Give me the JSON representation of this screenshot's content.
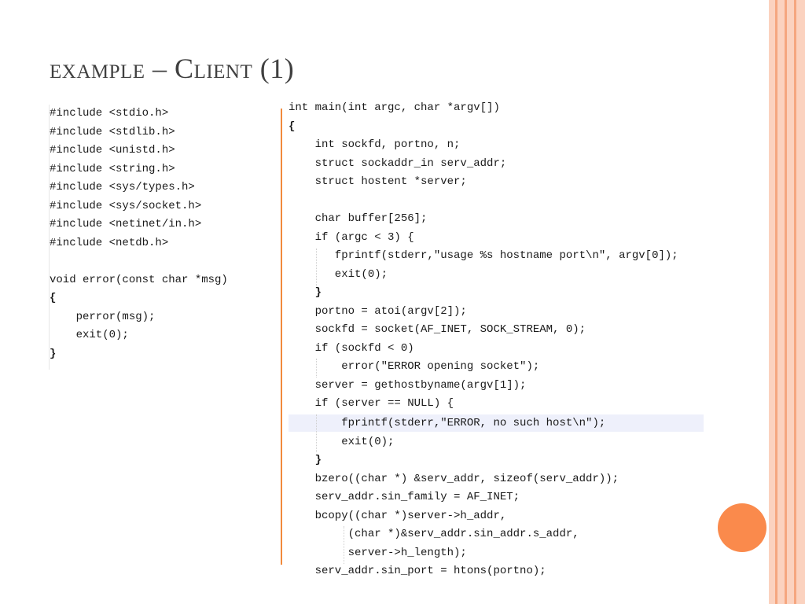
{
  "slide": {
    "title": "example – Client (1)"
  },
  "left_code": [
    "#include <stdio.h>",
    "#include <stdlib.h>",
    "#include <unistd.h>",
    "#include <string.h>",
    "#include <sys/types.h>",
    "#include <sys/socket.h>",
    "#include <netinet/in.h>",
    "#include <netdb.h>",
    "",
    "void error(const char *msg)",
    "{",
    "    perror(msg);",
    "    exit(0);",
    "}"
  ],
  "right_code": [
    "int main(int argc, char *argv[])",
    "{",
    "    int sockfd, portno, n;",
    "    struct sockaddr_in serv_addr;",
    "    struct hostent *server;",
    "",
    "    char buffer[256];",
    "    if (argc < 3) {",
    "       fprintf(stderr,\"usage %s hostname port\\n\", argv[0]);",
    "       exit(0);",
    "    }",
    "    portno = atoi(argv[2]);",
    "    sockfd = socket(AF_INET, SOCK_STREAM, 0);",
    "    if (sockfd < 0)",
    "        error(\"ERROR opening socket\");",
    "    server = gethostbyname(argv[1]);",
    "    if (server == NULL) {",
    "        fprintf(stderr,\"ERROR, no such host\\n\");",
    "        exit(0);",
    "    }",
    "    bzero((char *) &serv_addr, sizeof(serv_addr));",
    "    serv_addr.sin_family = AF_INET;",
    "    bcopy((char *)server->h_addr,",
    "         (char *)&serv_addr.sin_addr.s_addr,",
    "         server->h_length);",
    "    serv_addr.sin_port = htons(portno);"
  ],
  "highlighted_line": "    if (server == NULL) {\n        fprintf(stderr,\"ERROR, no such host\\n\");",
  "colors": {
    "accent_orange": "#f28a3c",
    "circle": "#fa8a4c",
    "stripe_light": "#fbd2bf",
    "stripe_dark": "#f5a67f",
    "keyword": "#7a3ea0",
    "number": "#f28a3c",
    "highlight": "#eef0fb"
  }
}
